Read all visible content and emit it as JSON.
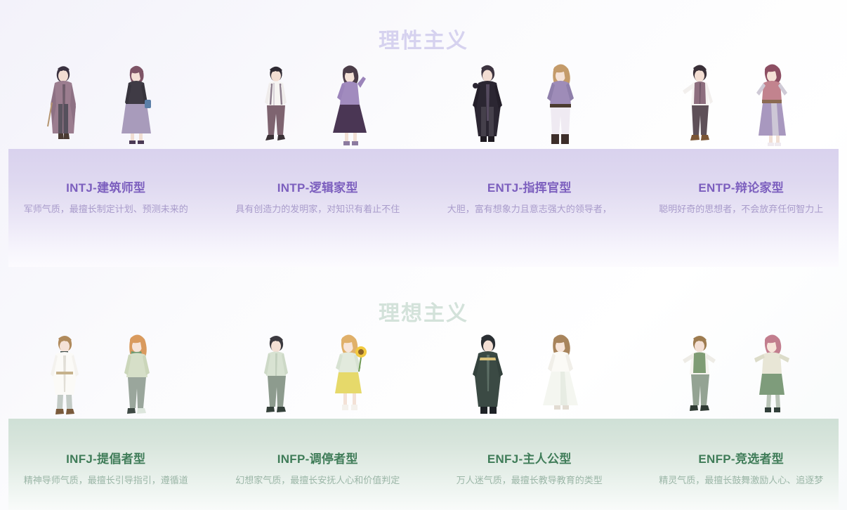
{
  "page": {
    "background_start": "#f3f2fa",
    "background_end": "#ffffff"
  },
  "sections": [
    {
      "id": "rational",
      "title": "理性主义",
      "title_color": "#d6d2ef",
      "band_color": "#d9d2ee",
      "card_title_color": "#7c5fbe",
      "card_desc_color": "#a99ccb",
      "cards": [
        {
          "title": "INTJ-建筑师型",
          "desc": "军师气质，最擅长制定计划、预测未来的",
          "art": "intj-couple-illustration"
        },
        {
          "title": "INTP-逻辑家型",
          "desc": "具有创造力的发明家，对知识有着止不住",
          "art": "intp-couple-illustration"
        },
        {
          "title": "ENTJ-指挥官型",
          "desc": "大胆，富有想象力且意志强大的领导者，",
          "art": "entj-couple-illustration"
        },
        {
          "title": "ENTP-辩论家型",
          "desc": "聪明好奇的思想者，不会放弃任何智力上",
          "art": "entp-couple-illustration"
        }
      ]
    },
    {
      "id": "idealist",
      "title": "理想主义",
      "title_color": "#d3e2da",
      "band_color": "#cfe0d6",
      "card_title_color": "#3f7c58",
      "card_desc_color": "#9bb6a7",
      "cards": [
        {
          "title": "INFJ-提倡者型",
          "desc": "精神导师气质，最擅长引导指引，遵循道",
          "art": "infj-couple-illustration"
        },
        {
          "title": "INFP-调停者型",
          "desc": "幻想家气质，最擅长安抚人心和价值判定",
          "art": "infp-couple-illustration"
        },
        {
          "title": "ENFJ-主人公型",
          "desc": "万人迷气质，最擅长教导教育的类型",
          "art": "enfj-couple-illustration"
        },
        {
          "title": "ENFP-竞选者型",
          "desc": "精灵气质，最擅长鼓舞激励人心、追逐梦",
          "art": "enfp-couple-illustration"
        }
      ]
    }
  ]
}
